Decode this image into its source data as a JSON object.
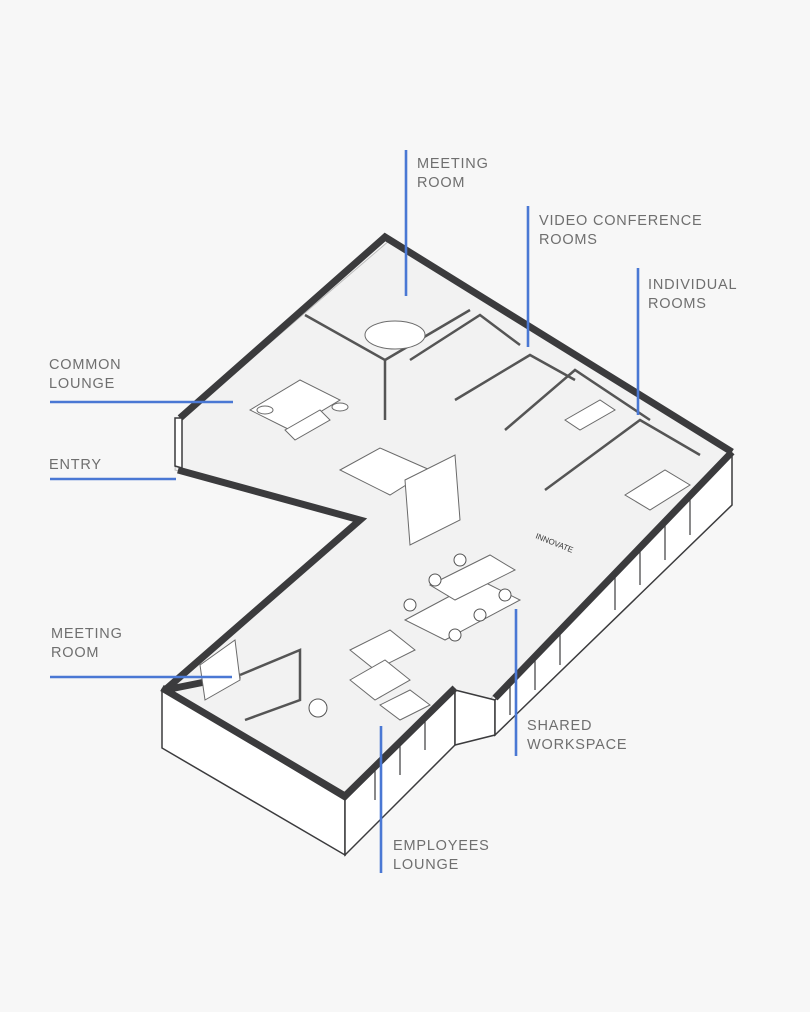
{
  "colors": {
    "background": "#f7f7f7",
    "accent_line": "#4a78d4",
    "wall": "#3b3b3d",
    "floor": "#f2f2f2",
    "label_text": "#6f6f6f"
  },
  "labels": {
    "meeting_room_top": {
      "line1": "MEETING",
      "line2": "ROOM"
    },
    "video_conference": {
      "line1": "VIDEO CONFERENCE",
      "line2": "ROOMS"
    },
    "individual_rooms": {
      "line1": "INDIVIDUAL",
      "line2": "ROOMS"
    },
    "common_lounge": {
      "line1": "COMMON",
      "line2": "LOUNGE"
    },
    "entry": {
      "line1": "ENTRY"
    },
    "meeting_room_left": {
      "line1": "MEETING",
      "line2": "ROOM"
    },
    "shared_workspace": {
      "line1": "SHARED",
      "line2": "WORKSPACE"
    },
    "employees_lounge": {
      "line1": "EMPLOYEES",
      "line2": "LOUNGE"
    }
  },
  "signage": {
    "wall_sign": "INNOVATE"
  }
}
